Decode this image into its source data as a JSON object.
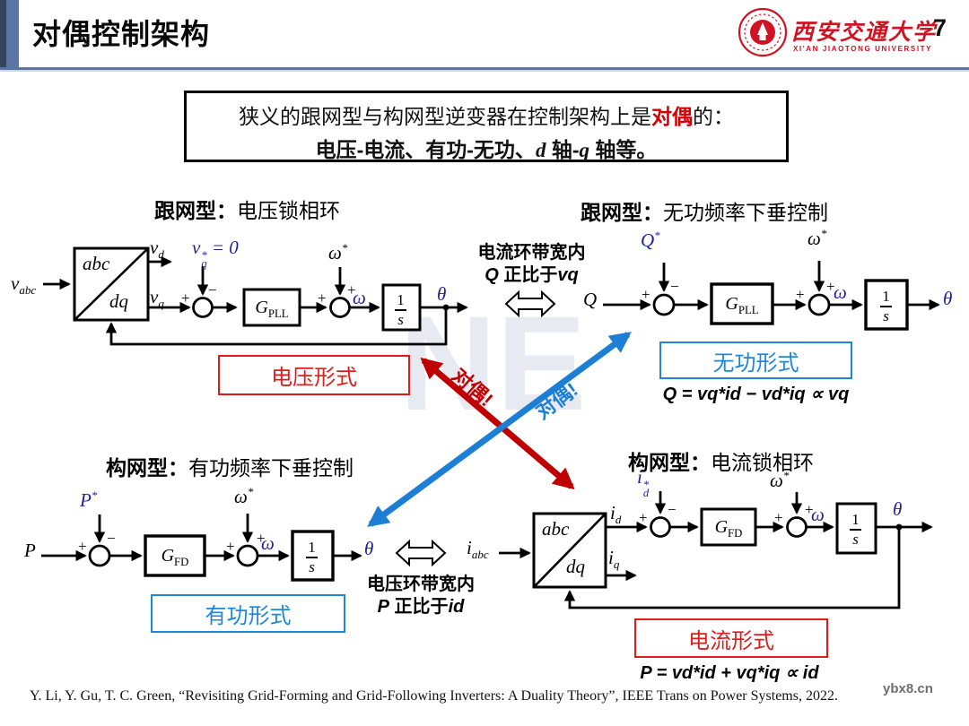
{
  "colors": {
    "accent_slate": "#5b74a6",
    "accent_navy": "#35455f",
    "logo_red": "#cf1322",
    "box_red": "#e01b1b",
    "box_blue": "#1d87dc",
    "arrow_red": "#bf0000",
    "arrow_blue": "#1d7ed6",
    "math_navy": "#1f1f9c"
  },
  "header": {
    "title": "对偶控制架构",
    "page_number": "7",
    "university_cn": "西安交通大学",
    "university_en": "XI'AN JIAOTONG UNIVERSITY"
  },
  "intro": {
    "line1_pre": "狭义的跟网型与构网型逆变器在控制架构上是",
    "line1_highlight": "对偶",
    "line1_post": "的：",
    "line2_a": "电压-电流、有功-无功、",
    "line2_d": "d",
    "line2_b": " 轴-",
    "line2_q": "q",
    "line2_c": " 轴等。"
  },
  "sym": {
    "v": "v",
    "i": "i",
    "abc": "abc",
    "dq": "dq",
    "d": "d",
    "q": "q",
    "star": "*",
    "eq_zero": " = 0",
    "omega": "ω",
    "theta": "θ",
    "Q": "Q",
    "P": "P",
    "G": "G",
    "PLL": "PLL",
    "FD": "FD",
    "one": "1",
    "s": "s",
    "plus": "+",
    "minus": "−"
  },
  "diagrams": {
    "gfl_vpll": {
      "title_bold": "跟网型：",
      "title_rest": "电压锁相环",
      "form_label": "电压形式"
    },
    "gfl_droop": {
      "title_bold": "跟网型：",
      "title_rest": "无功频率下垂控制",
      "form_label": "无功形式",
      "equation": "Q = vq*id − vd*iq ∝ vq"
    },
    "gfm_droop": {
      "title_bold": "构网型：",
      "title_rest": "有功频率下垂控制",
      "form_label": "有功形式"
    },
    "gfm_cpll": {
      "title_bold": "构网型：",
      "title_rest": "电流锁相环",
      "form_label": "电流形式",
      "equation": "P = vd*id + vq*iq ∝ id"
    }
  },
  "notes": {
    "top_line1": "电流环带宽内",
    "top_l2_var1": "Q",
    "top_l2_mid": " 正比于",
    "top_l2_var2": "vq",
    "bottom_line1": "电压环带宽内",
    "bottom_l2_var1": "P",
    "bottom_l2_mid": " 正比于",
    "bottom_l2_var2": "id"
  },
  "duality_label": "对偶!",
  "citation": "Y. Li, Y. Gu, T. C. Green, “Revisiting Grid-Forming and Grid-Following Inverters: A Duality Theory”, IEEE Trans on Power Systems, 2022.",
  "watermark": {
    "site": "ybx8.cn",
    "letters": "NE"
  }
}
